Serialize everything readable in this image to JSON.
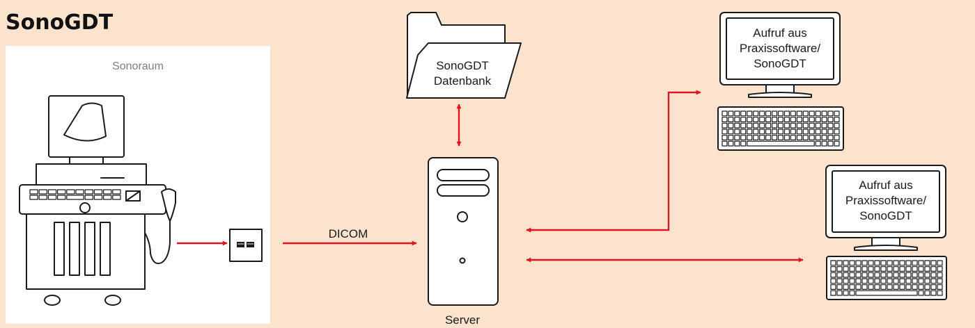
{
  "title": "SonoGDT",
  "room": {
    "label": "Sonoraum"
  },
  "folder": {
    "line1": "SonoGDT",
    "line2": "Datenbank"
  },
  "connection": {
    "label": "DICOM"
  },
  "server": {
    "label": "Server"
  },
  "workstations": [
    {
      "line1": "Aufruf aus",
      "line2": "Praxissoftware/",
      "line3": "SonoGDT"
    },
    {
      "line1": "Aufruf aus",
      "line2": "Praxissoftware/",
      "line3": "SonoGDT"
    }
  ],
  "colors": {
    "background": "#fbe3cd",
    "arrow": "#e0141e",
    "panel": "#ffffff",
    "ink": "#1a1a1a"
  },
  "icons": [
    "ultrasound-machine-icon",
    "network-socket-icon",
    "folder-icon",
    "server-tower-icon",
    "monitor-icon",
    "keyboard-icon"
  ]
}
